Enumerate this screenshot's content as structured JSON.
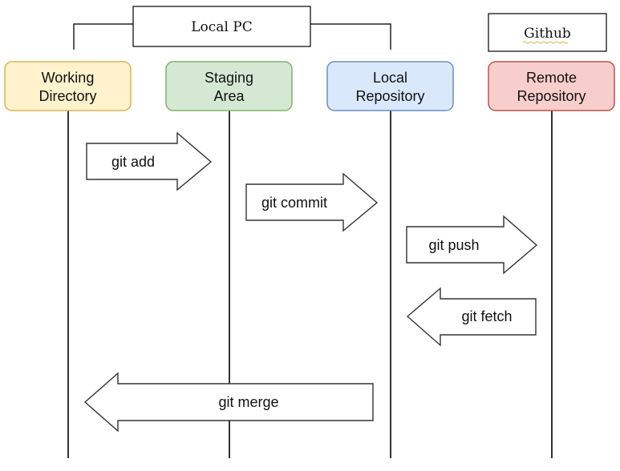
{
  "groups": {
    "local_pc": {
      "label": "Local PC"
    },
    "github": {
      "label": "Github"
    }
  },
  "nodes": [
    {
      "id": "working-directory",
      "lines": [
        "Working",
        "Directory"
      ],
      "fill": "#fff2cc",
      "stroke": "#d6b656"
    },
    {
      "id": "staging-area",
      "lines": [
        "Staging",
        "Area"
      ],
      "fill": "#d5e8d4",
      "stroke": "#82b366"
    },
    {
      "id": "local-repository",
      "lines": [
        "Local",
        "Repository"
      ],
      "fill": "#dae8fc",
      "stroke": "#6c8ebf"
    },
    {
      "id": "remote-repository",
      "lines": [
        "Remote",
        "Repository"
      ],
      "fill": "#f8cecc",
      "stroke": "#b85450"
    }
  ],
  "arrows": [
    {
      "id": "git-add",
      "label": "git add",
      "from": "working-directory",
      "to": "staging-area"
    },
    {
      "id": "git-commit",
      "label": "git commit",
      "from": "staging-area",
      "to": "local-repository"
    },
    {
      "id": "git-push",
      "label": "git push",
      "from": "local-repository",
      "to": "remote-repository"
    },
    {
      "id": "git-fetch",
      "label": "git fetch",
      "from": "remote-repository",
      "to": "local-repository"
    },
    {
      "id": "git-merge",
      "label": "git merge",
      "from": "local-repository",
      "to": "working-directory"
    }
  ]
}
